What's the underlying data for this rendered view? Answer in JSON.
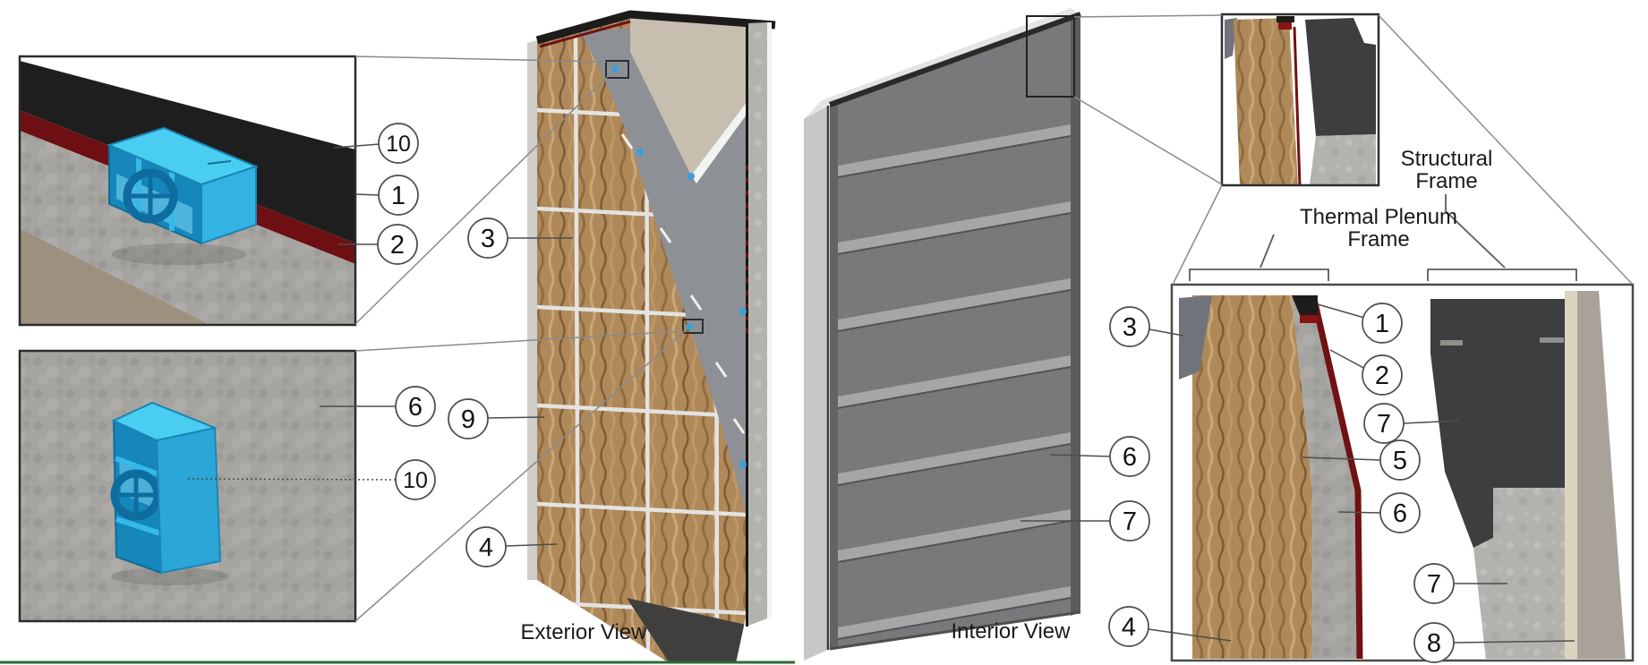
{
  "figure": {
    "type": "wall-panel-assembly-diagram",
    "labels": {
      "exterior_view": "Exterior View",
      "interior_view": "Interior View",
      "structural_frame": "Structural Frame",
      "thermal_plenum_frame": "Thermal Plenum Frame"
    },
    "callouts": [
      {
        "label": "10"
      },
      {
        "label": "1"
      },
      {
        "label": "2"
      },
      {
        "label": "6"
      },
      {
        "label": "10"
      },
      {
        "label": "3"
      },
      {
        "label": "9"
      },
      {
        "label": "4"
      },
      {
        "label": "3"
      },
      {
        "label": "6"
      },
      {
        "label": "7"
      },
      {
        "label": "4"
      },
      {
        "label": "1"
      },
      {
        "label": "2"
      },
      {
        "label": "7"
      },
      {
        "label": "5"
      },
      {
        "label": "6"
      },
      {
        "label": "7"
      },
      {
        "label": "8"
      }
    ],
    "colors": {
      "component_highlight_cyan": "#2fb5e6",
      "air_barrier_black": "#1f1e1e",
      "membrane_red": "#6e1013",
      "mineral_wool_tan": "#b0895a",
      "concrete_gray": "#a5a4a1",
      "interior_panel_gray": "#77797a",
      "structural_frame_dark": "#3d3e40",
      "cream_layer": "#ddd3bf",
      "divider_green": "#2d6a2f"
    }
  }
}
